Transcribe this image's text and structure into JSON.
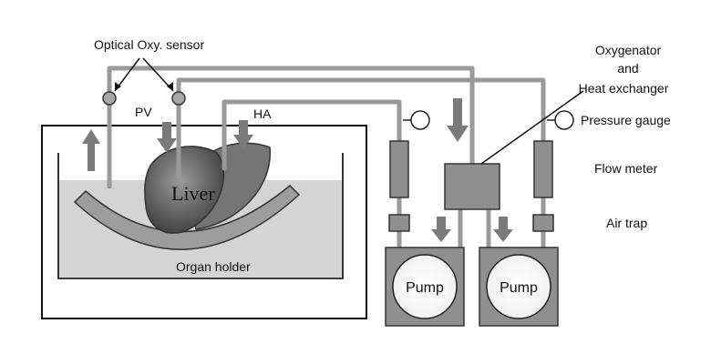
{
  "labels": {
    "optical_sensor": "Optical Oxy. sensor",
    "pv": "PV",
    "ha": "HA",
    "oxygenator_line1": "Oxygenator",
    "oxygenator_line2": "and",
    "oxygenator_line3": "Heat exchanger",
    "pressure_gauge": "Pressure gauge",
    "flow_meter": "Flow meter",
    "air_trap": "Air trap",
    "liver": "Liver",
    "organ_holder": "Organ holder",
    "pump_left": "Pump",
    "pump_right": "Pump"
  },
  "icons": {
    "arrow": "block-arrow-icon",
    "sensor": "sensor-circle-icon",
    "gauge": "gauge-circle-icon"
  },
  "colors": {
    "tube": "#9a9a9a",
    "component": "#8f8f8f",
    "bath": "#d4d4d4",
    "liver": "#6b6b6b"
  }
}
